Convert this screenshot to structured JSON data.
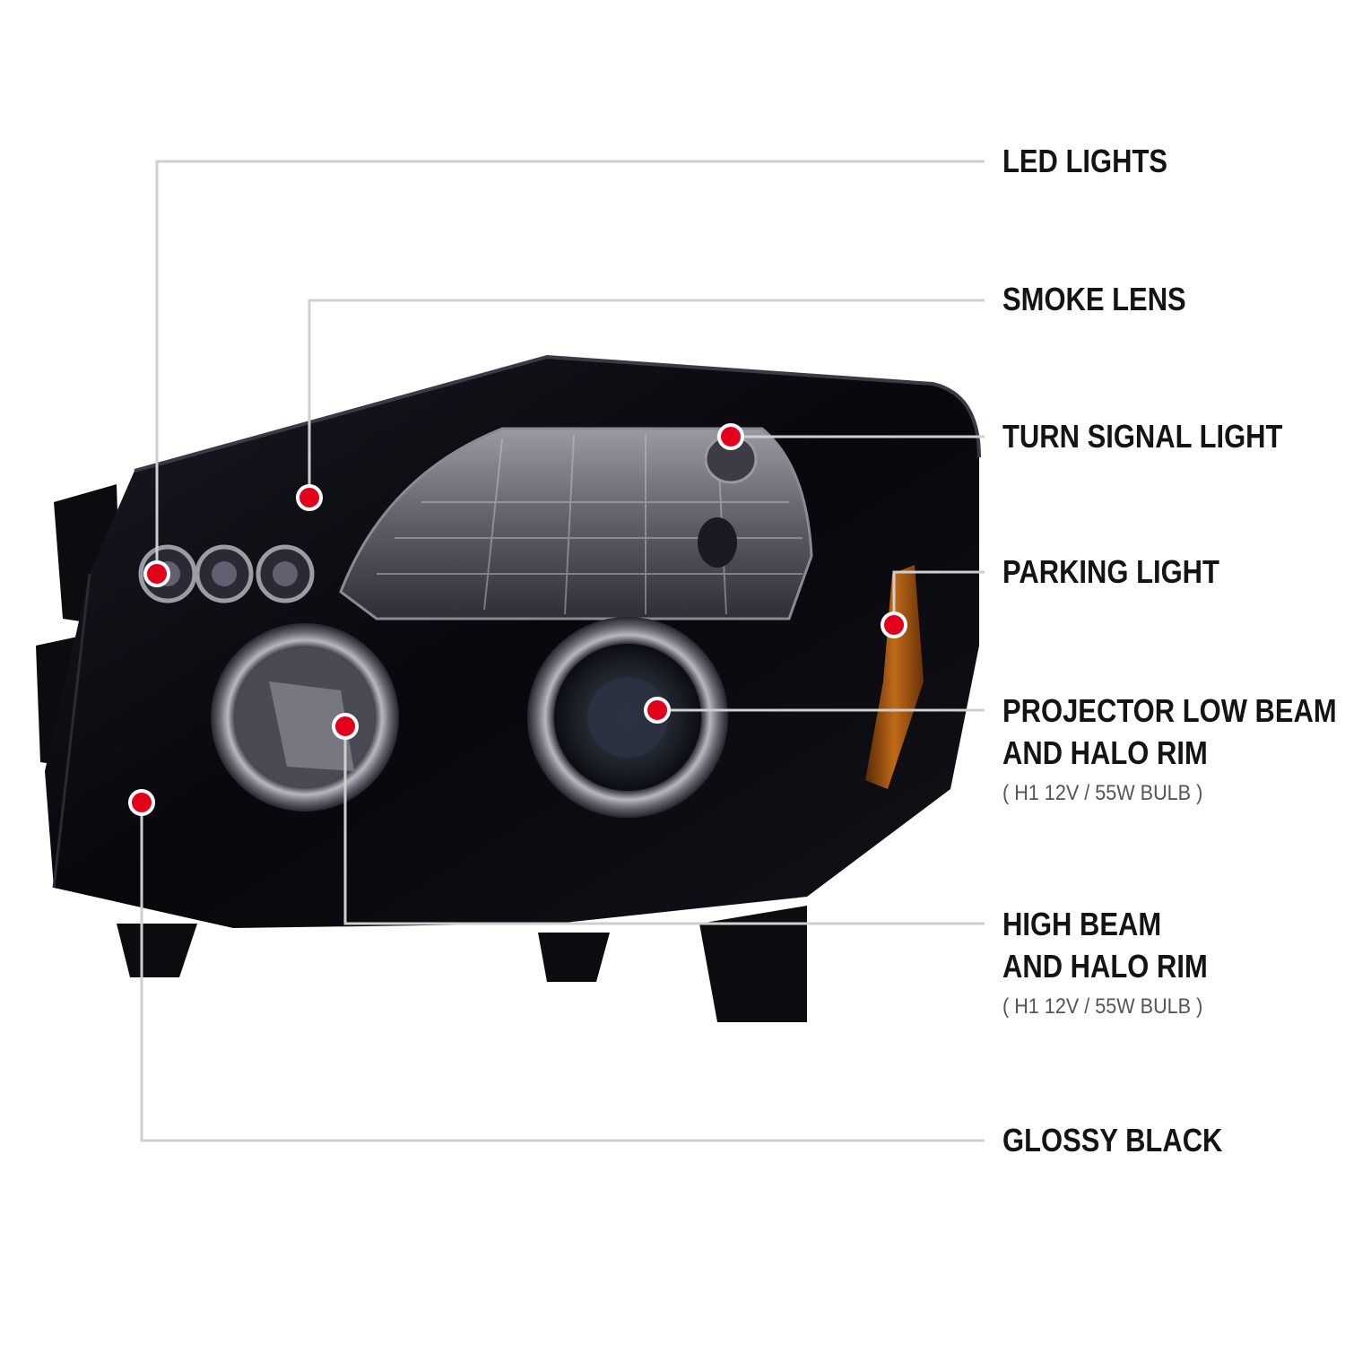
{
  "callouts": {
    "led_lights": "LED LIGHTS",
    "smoke_lens": "SMOKE LENS",
    "turn_signal": "TURN SIGNAL LIGHT",
    "parking_light": "PARKING LIGHT",
    "projector_line1": "PROJECTOR LOW BEAM",
    "projector_line2": "AND HALO RIM",
    "projector_spec": "( H1  12V / 55W  BULB )",
    "high_beam_line1": "HIGH BEAM",
    "high_beam_line2": "AND HALO RIM",
    "high_beam_spec": "( H1  12V / 55W  BULB )",
    "glossy_black": "GLOSSY BLACK"
  },
  "colors": {
    "marker_red": "#e3001b",
    "leader_line": "#cfcfcf",
    "housing": "#0b0b12",
    "amber": "#b05a10"
  }
}
